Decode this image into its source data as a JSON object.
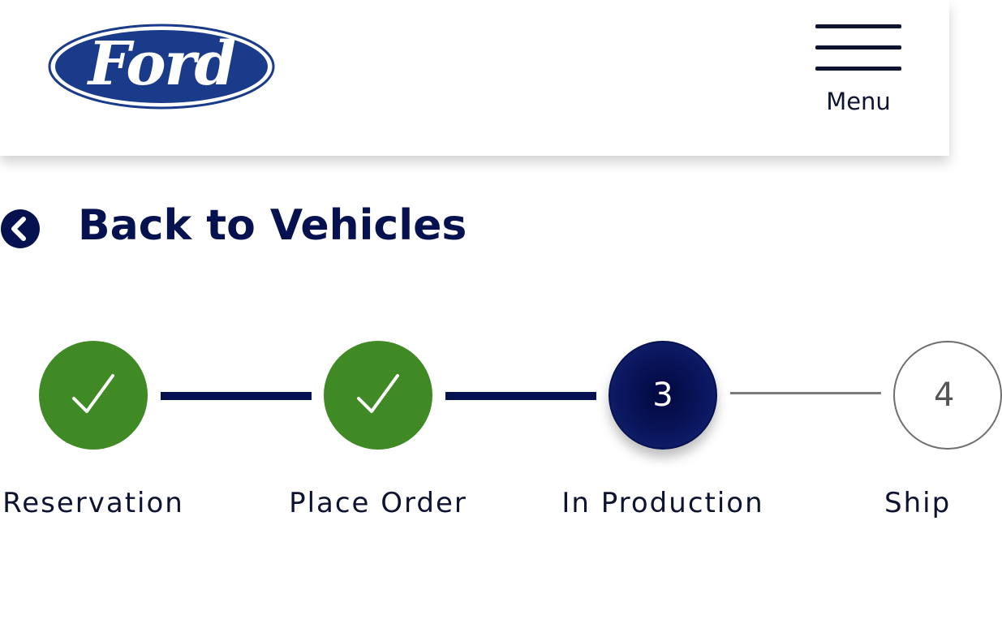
{
  "header": {
    "logo_text": "Ford",
    "menu_label": "Menu"
  },
  "nav": {
    "back_label": "Back to Vehicles"
  },
  "stepper": {
    "steps": [
      {
        "label": "Reservation",
        "status": "done",
        "number": ""
      },
      {
        "label": "Place Order",
        "status": "done",
        "number": ""
      },
      {
        "label": "In Production",
        "status": "active",
        "number": "3"
      },
      {
        "label": "Ship",
        "status": "pending",
        "number": "4"
      }
    ]
  },
  "colors": {
    "brand_blue": "#06114f",
    "logo_blue": "#1a3a8a",
    "done_green": "#3f8a25",
    "text_dark": "#0d1331"
  },
  "icons": {
    "menu": "hamburger-icon",
    "back": "chevron-left-circle-icon",
    "done": "checkmark-icon"
  }
}
